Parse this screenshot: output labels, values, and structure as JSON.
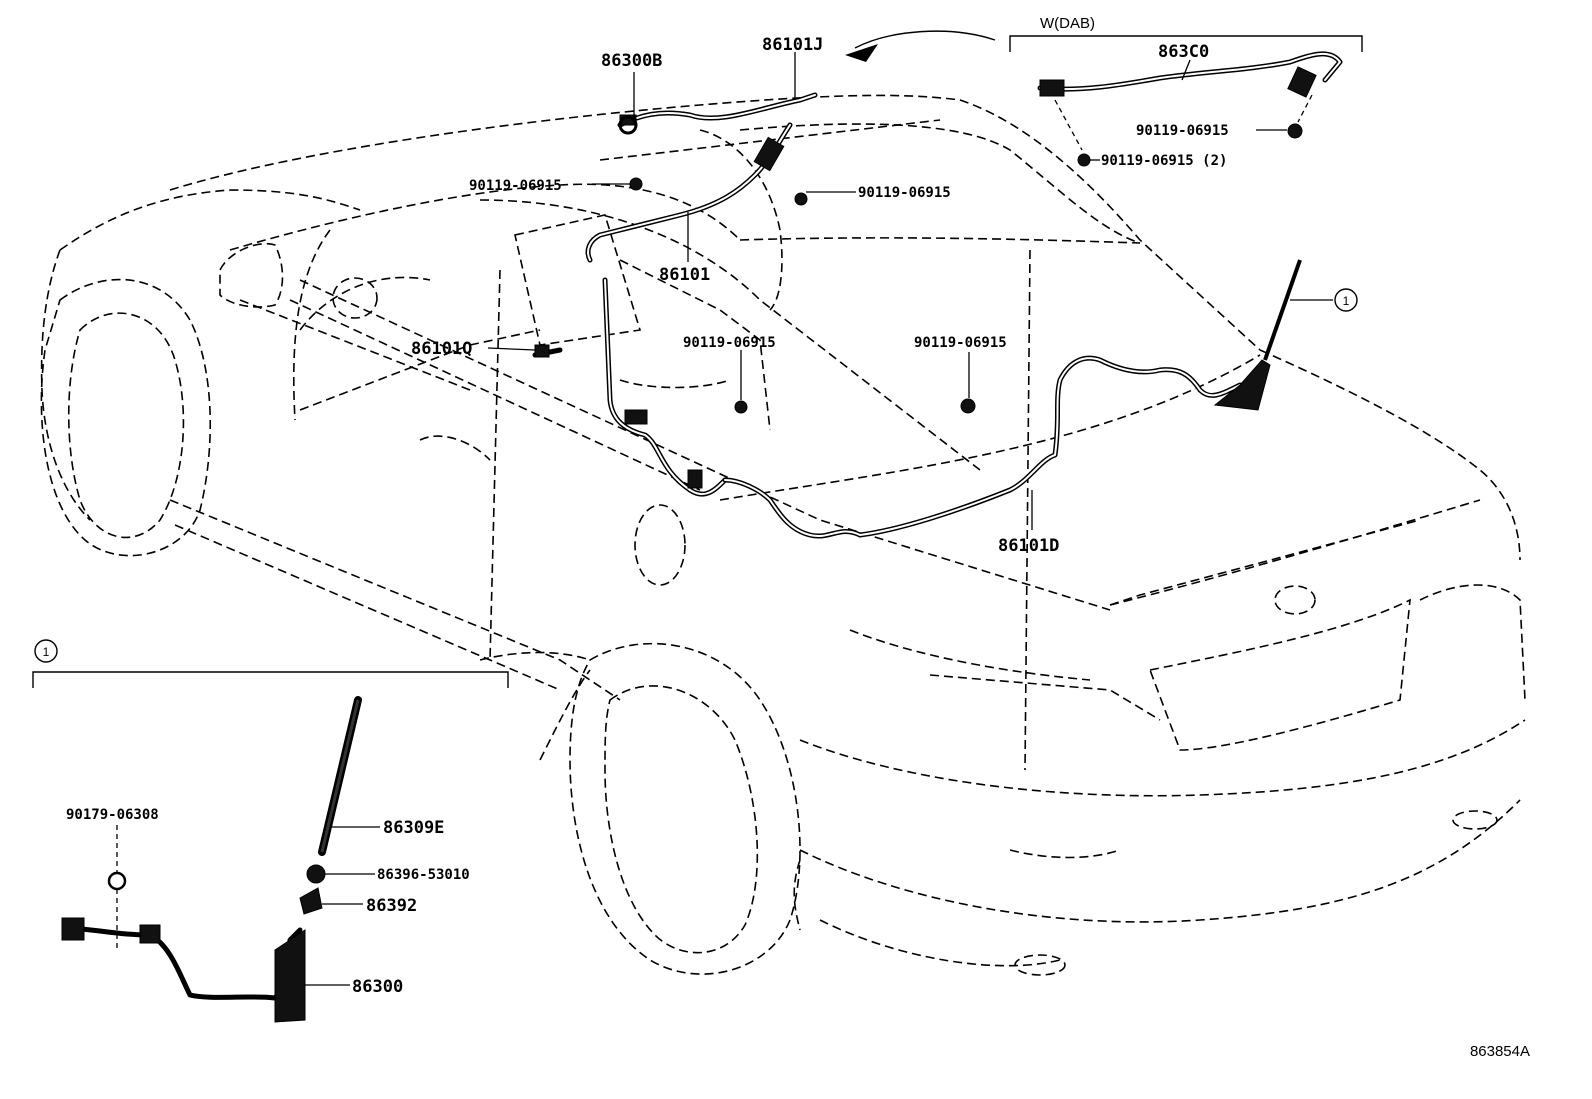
{
  "diagram": {
    "dab_group": {
      "label": "W(DAB)",
      "part": "863C0",
      "bolt_a": "90119-06915",
      "bolt_b": "90119-06915 (2)"
    },
    "main_labels": {
      "p86300b": "86300B",
      "p86101j": "86101J",
      "bolt_top_left": "90119-06915",
      "bolt_top_right": "90119-06915",
      "p86101": "86101",
      "p86101q": "86101Q",
      "bolt_mid": "90119-06915",
      "bolt_right": "90119-06915",
      "p86101d": "86101D",
      "callout": "1"
    },
    "detail": {
      "callout": "1",
      "screw": "90179-06308",
      "rod": "86309E",
      "cap": "86396-53010",
      "base": "86392",
      "antenna_assy": "86300"
    },
    "drawing_number": "863854A"
  }
}
